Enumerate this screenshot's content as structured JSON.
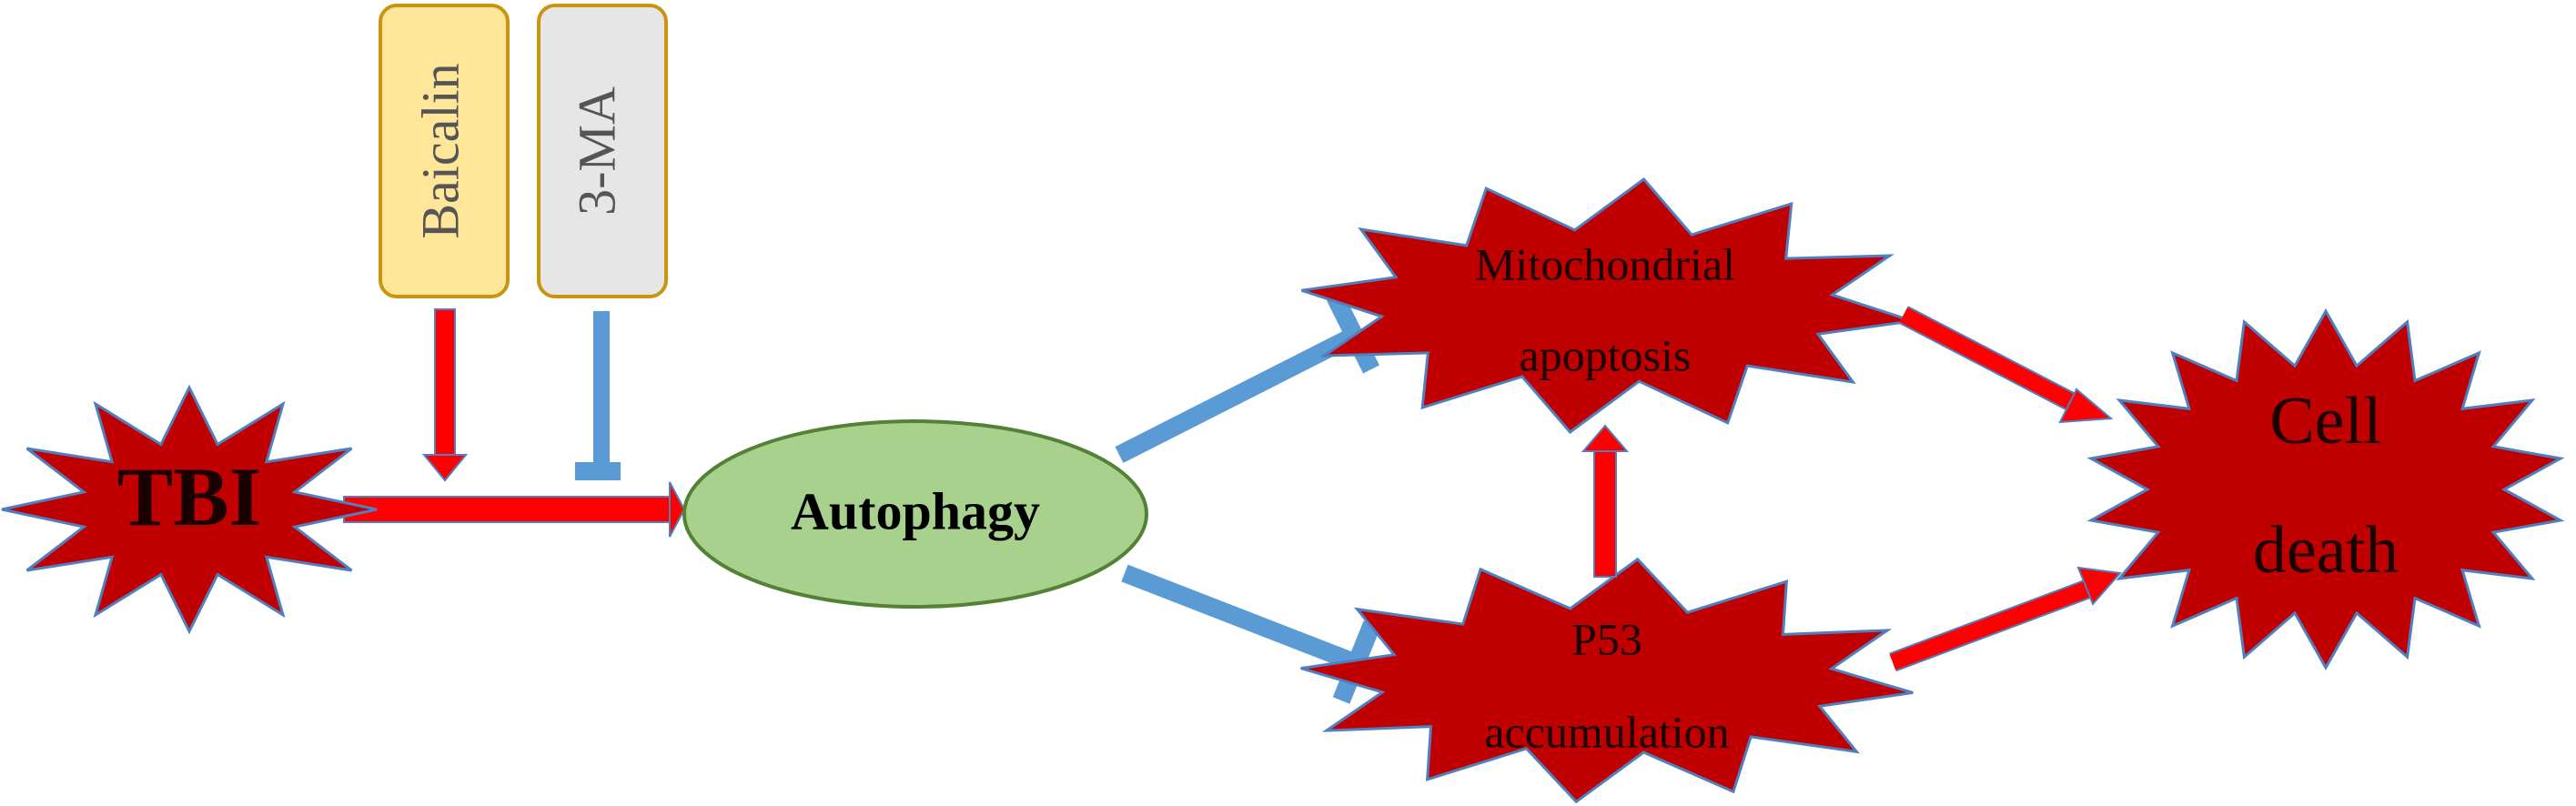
{
  "nodes": {
    "tbi": "TBI",
    "baicalin": "Baicalin",
    "three_ma": "3-MA",
    "autophagy": "Autophagy",
    "mito_line1": "Mitochondrial",
    "mito_line2": "apoptosis",
    "p53_line1": "P53",
    "p53_line2": "accumulation",
    "death_line1": "Cell",
    "death_line2": "death"
  },
  "colors": {
    "burst_fill": "#c00000",
    "burst_stroke": "#4f7fbf",
    "arrow_fill": "#ff0000",
    "inhibit": "#5b9bd5",
    "ellipse_fill": "#a9d18e",
    "ellipse_stroke": "#538135",
    "baicalin_box": "#ffe699",
    "three_ma_box": "#e7e6e6",
    "box_stroke": "#c9940f"
  }
}
